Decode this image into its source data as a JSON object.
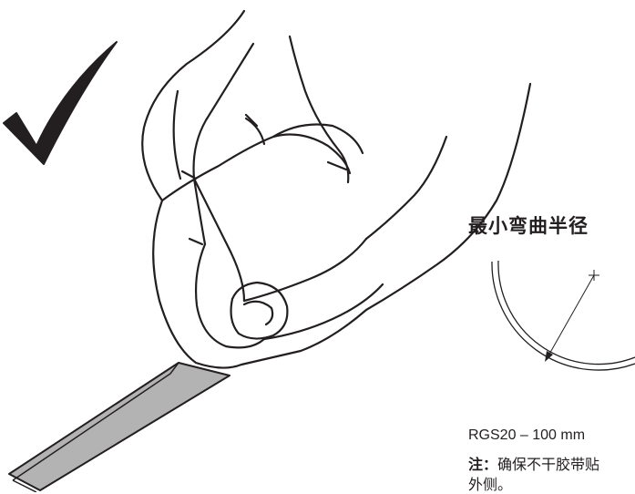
{
  "bend_radius": {
    "title": "最小弯曲半径",
    "spec": "RGS20 – 100 mm",
    "note_label": "注：",
    "note_line1": "确保不干胶带贴",
    "note_line2": "外侧。"
  },
  "colors": {
    "ink": "#231f20",
    "tape_fill": "#b3b3b3",
    "background": "#ffffff"
  },
  "icons": {
    "check": "checkmark-icon"
  }
}
